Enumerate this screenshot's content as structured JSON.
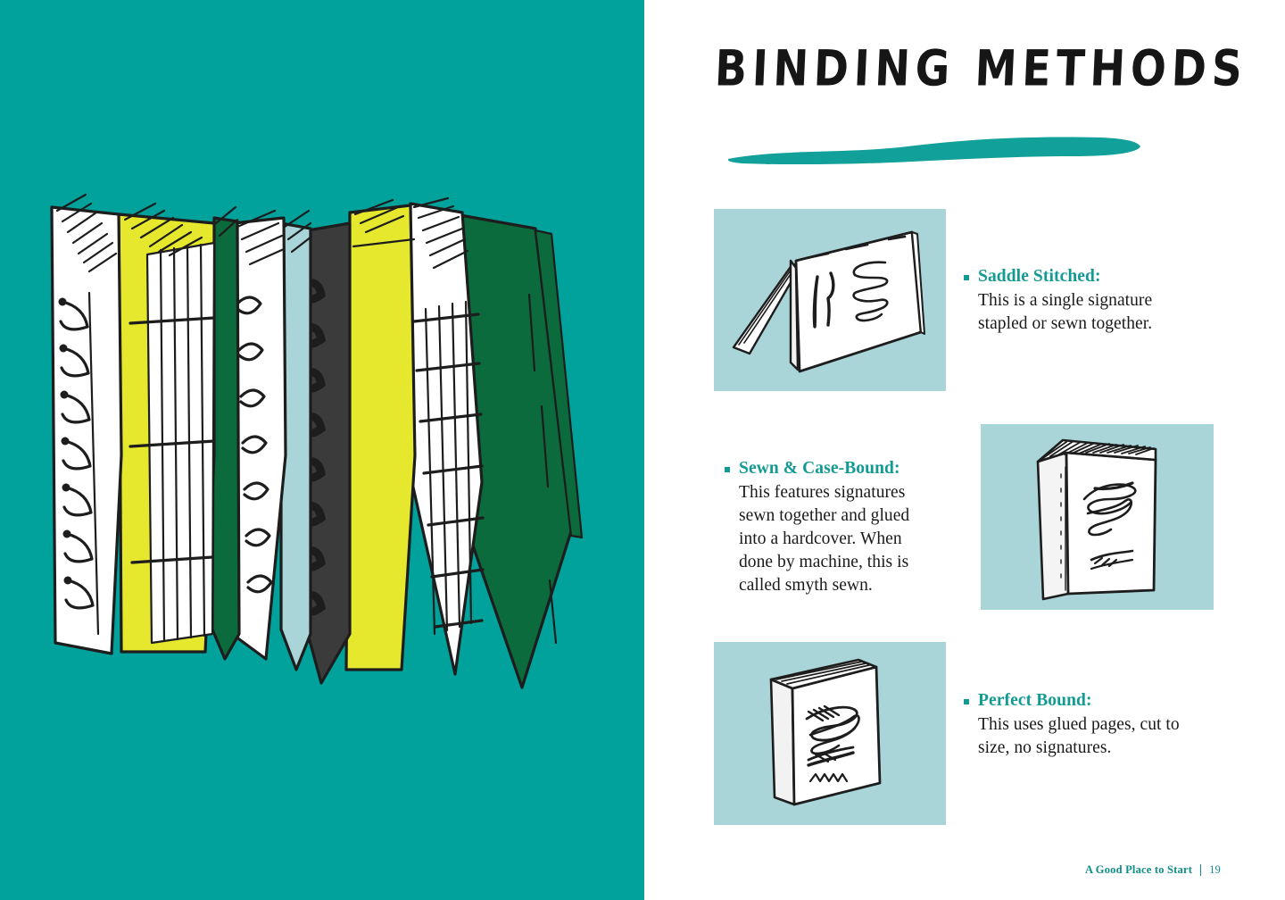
{
  "page": {
    "title": "BINDING METHODS",
    "background_color": "#ffffff",
    "panel_color": "#00a29b",
    "thumb_color": "#a9d5d8",
    "accent_color": "#139a93"
  },
  "illustration": {
    "name": "stack-of-bound-books",
    "description": "Hand-drawn stack of bound books standing upright, showing spiral, wire-o, sewn and case bindings",
    "book_colors": [
      "#ffffff",
      "#e6e82e",
      "#0b6b3c",
      "#a9d5d8",
      "#3b3b3b",
      "#e6e82e",
      "#ffffff",
      "#0b6b3c"
    ]
  },
  "methods": [
    {
      "term": "Saddle Stitched:",
      "body": "This is a single signature stapled or sewn together.",
      "thumb_name": "saddle-stitched-illustration"
    },
    {
      "term": "Sewn & Case-Bound:",
      "body": "This features signatures sewn together and glued into a hardcover. When done by machine, this is called smyth sewn.",
      "thumb_name": "sewn-case-bound-illustration"
    },
    {
      "term": "Perfect Bound:",
      "body": "This uses glued pages, cut to size, no signatures.",
      "thumb_name": "perfect-bound-illustration"
    }
  ],
  "footer": {
    "book_title": "A Good Place to Start",
    "page_number": "19"
  }
}
